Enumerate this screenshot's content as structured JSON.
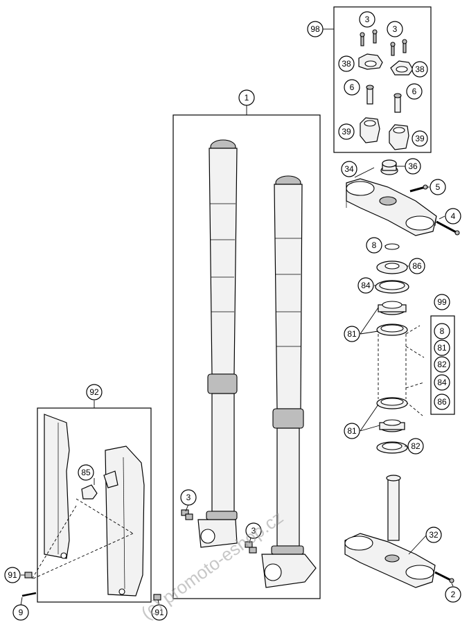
{
  "callouts": [
    {
      "id": "c98",
      "label": "98"
    },
    {
      "id": "c3a",
      "label": "3"
    },
    {
      "id": "c3b",
      "label": "3"
    },
    {
      "id": "c38a",
      "label": "38"
    },
    {
      "id": "c38b",
      "label": "38"
    },
    {
      "id": "c6a",
      "label": "6"
    },
    {
      "id": "c6b",
      "label": "6"
    },
    {
      "id": "c39a",
      "label": "39"
    },
    {
      "id": "c39b",
      "label": "39"
    },
    {
      "id": "c1",
      "label": "1"
    },
    {
      "id": "c34",
      "label": "34"
    },
    {
      "id": "c36",
      "label": "36"
    },
    {
      "id": "c5",
      "label": "5"
    },
    {
      "id": "c4",
      "label": "4"
    },
    {
      "id": "c8",
      "label": "8"
    },
    {
      "id": "c86",
      "label": "86"
    },
    {
      "id": "c84",
      "label": "84"
    },
    {
      "id": "c99",
      "label": "99"
    },
    {
      "id": "c81a",
      "label": "81"
    },
    {
      "id": "c81b",
      "label": "81"
    },
    {
      "id": "c82",
      "label": "82"
    },
    {
      "id": "c92",
      "label": "92"
    },
    {
      "id": "c85",
      "label": "85"
    },
    {
      "id": "c3c",
      "label": "3"
    },
    {
      "id": "c3d",
      "label": "3"
    },
    {
      "id": "c32",
      "label": "32"
    },
    {
      "id": "c91a",
      "label": "91"
    },
    {
      "id": "c9",
      "label": "9"
    },
    {
      "id": "c91b",
      "label": "91"
    },
    {
      "id": "c2",
      "label": "2"
    }
  ],
  "kit99_items": [
    "8",
    "81",
    "82",
    "84",
    "86"
  ],
  "watermark": "(c) promoto-eshop.cz"
}
